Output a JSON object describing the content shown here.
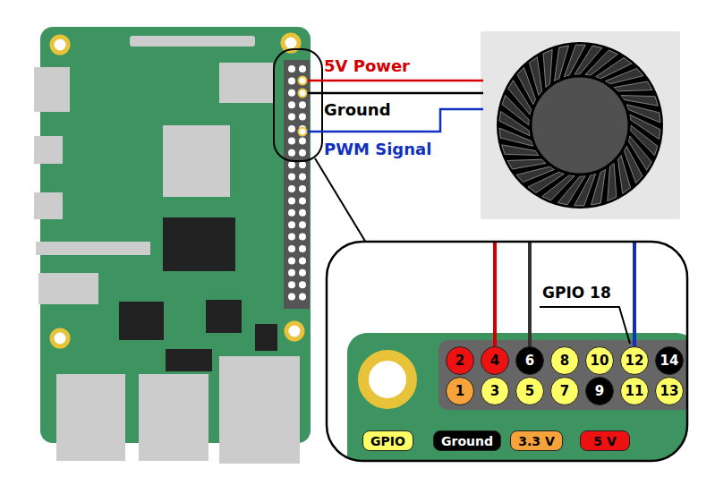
{
  "diagram": {
    "nodes": [
      {
        "text": [
          "2"
        ]
      },
      {
        "text": [
          "4"
        ]
      },
      {
        "text": [
          "6"
        ]
      },
      {
        "text": [
          "8"
        ]
      },
      {
        "text": [
          "10"
        ]
      },
      {
        "text": [
          "12"
        ]
      },
      {
        "text": [
          "14"
        ]
      },
      {
        "text": [
          "1"
        ]
      },
      {
        "text": [
          "3"
        ]
      },
      {
        "text": [
          "5"
        ]
      },
      {
        "text": [
          "7"
        ]
      },
      {
        "text": [
          "9"
        ]
      },
      {
        "text": [
          "11"
        ]
      },
      {
        "text": [
          "13"
        ]
      }
    ],
    "labels": [
      "5V Power",
      "Ground",
      "PWM Signal",
      "GPIO 18"
    ],
    "legend": [
      {
        "text": "GPIO",
        "color": "#ffff66"
      },
      {
        "text": "Ground",
        "color": "#000000"
      },
      {
        "text": "3.3 V",
        "color": "#f5a33a"
      },
      {
        "text": "5 V",
        "color": "#ee1111"
      }
    ]
  }
}
